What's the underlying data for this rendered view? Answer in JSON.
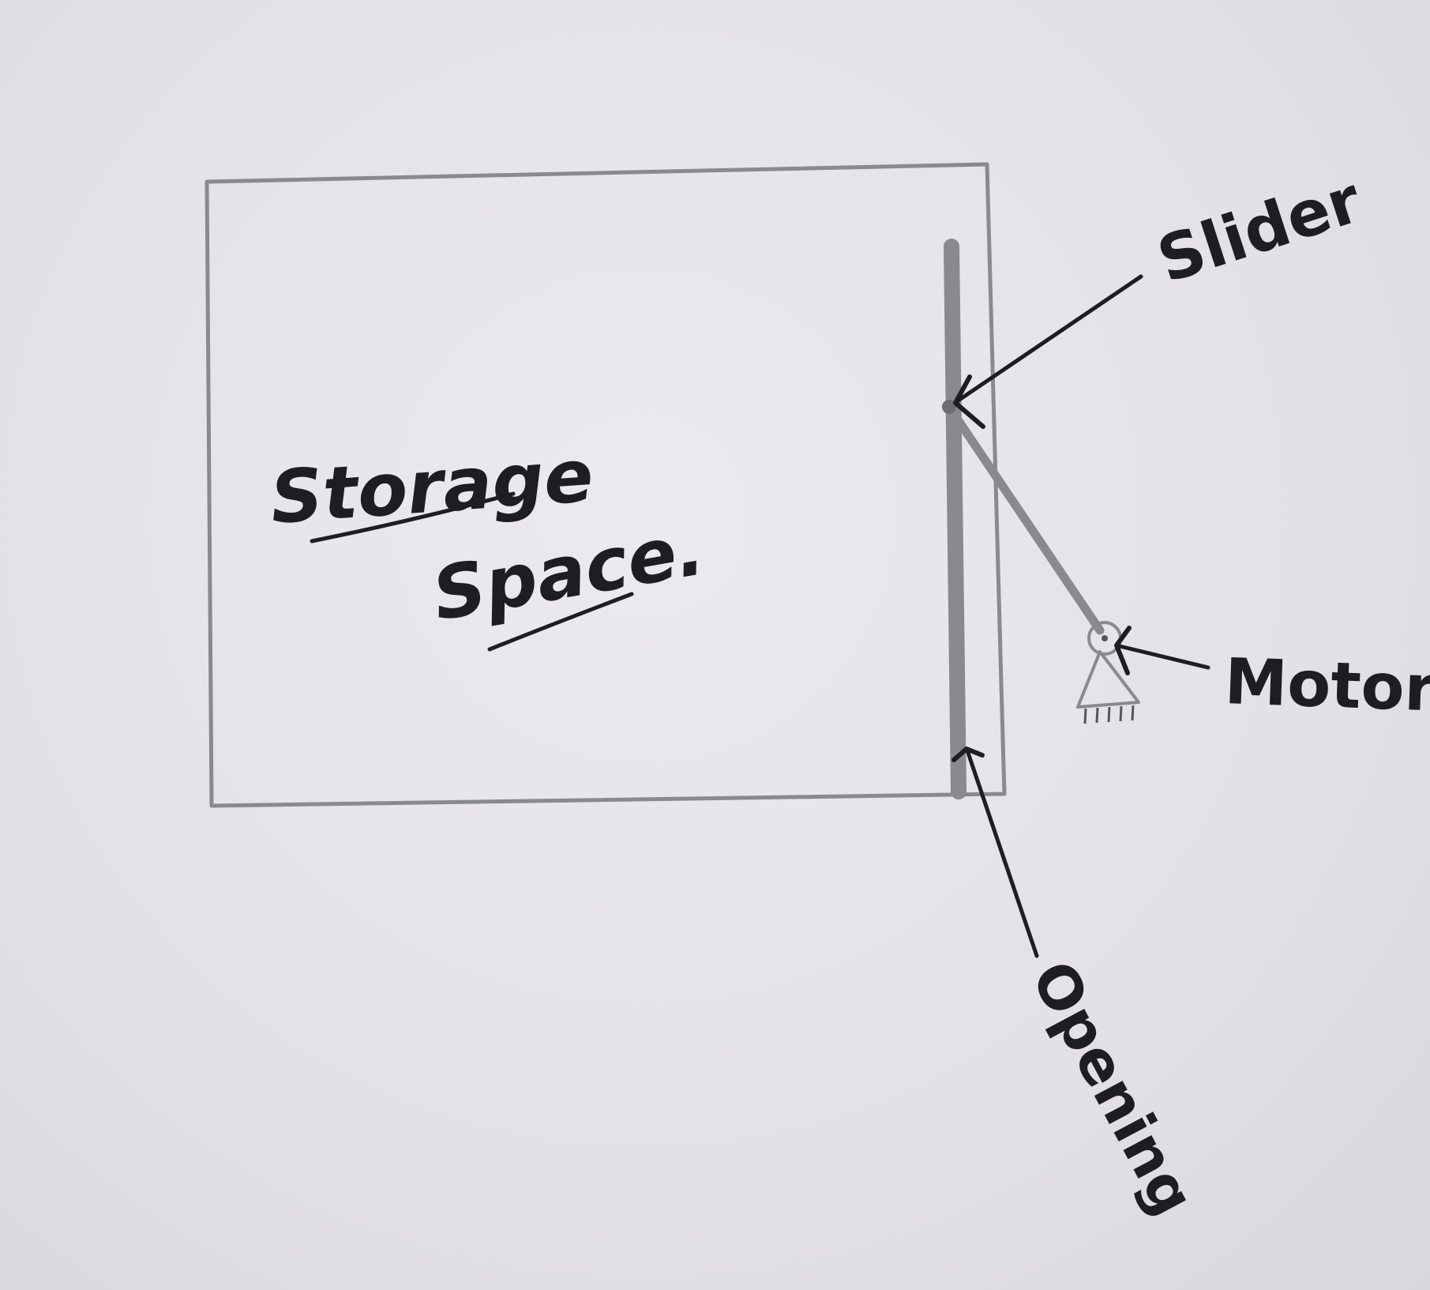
{
  "labels": {
    "storage_line1": "Storage",
    "storage_line2": "Space.",
    "slider": "Slider",
    "motor": "Motor.",
    "opening": "Opening"
  },
  "colors": {
    "paper": "#e4e2e8",
    "pencil": "#8a898d",
    "ink": "#1e1d22"
  }
}
